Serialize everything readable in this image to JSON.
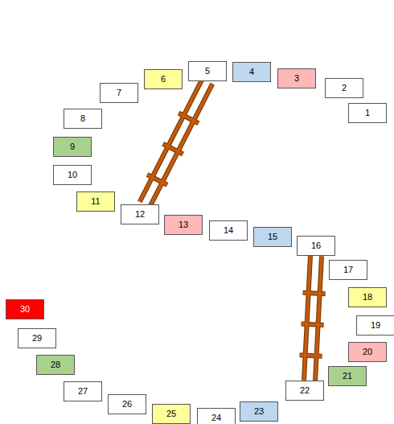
{
  "diagram": {
    "nodes": [
      {
        "text": [
          "1"
        ]
      },
      {
        "text": [
          "2"
        ]
      },
      {
        "text": [
          "3"
        ]
      },
      {
        "text": [
          "4"
        ]
      },
      {
        "text": [
          "5"
        ]
      },
      {
        "text": [
          "6"
        ]
      },
      {
        "text": [
          "7"
        ]
      },
      {
        "text": [
          "8"
        ]
      },
      {
        "text": [
          "9"
        ]
      },
      {
        "text": [
          "10"
        ]
      },
      {
        "text": [
          "11"
        ]
      },
      {
        "text": [
          "12"
        ]
      },
      {
        "text": [
          "13"
        ]
      },
      {
        "text": [
          "14"
        ]
      },
      {
        "text": [
          "15"
        ]
      },
      {
        "text": [
          "16"
        ]
      },
      {
        "text": [
          "17"
        ]
      },
      {
        "text": [
          "18"
        ]
      },
      {
        "text": [
          "19"
        ]
      },
      {
        "text": [
          "20"
        ]
      },
      {
        "text": [
          "21"
        ]
      },
      {
        "text": [
          "22"
        ]
      },
      {
        "text": [
          "23"
        ]
      },
      {
        "text": [
          "24"
        ]
      },
      {
        "text": [
          "25"
        ]
      },
      {
        "text": [
          "26"
        ]
      },
      {
        "text": [
          "27"
        ]
      },
      {
        "text": [
          "28"
        ]
      },
      {
        "text": [
          "29"
        ]
      },
      {
        "text": [
          "30"
        ]
      }
    ],
    "edges": [
      {
        "from": 4,
        "to": 11,
        "arrow": "none"
      },
      {
        "from": 15,
        "to": 21,
        "arrow": "none"
      }
    ]
  }
}
